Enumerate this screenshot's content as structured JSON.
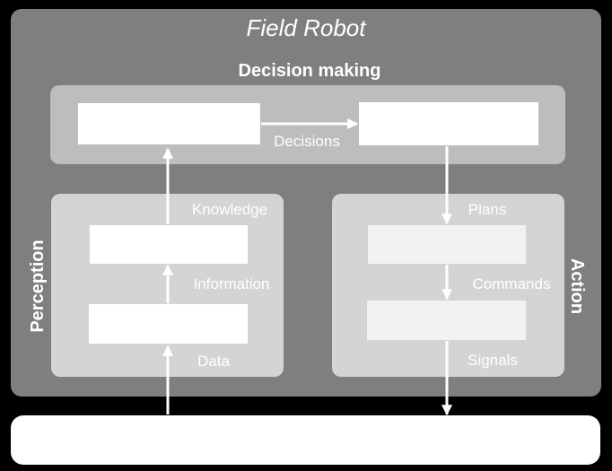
{
  "diagram": {
    "title": "Field Robot",
    "decision": {
      "label": "Decision making",
      "edge_label": "Decisions"
    },
    "perception": {
      "label": "Perception",
      "edge_labels": [
        "Knowledge",
        "Information",
        "Data"
      ]
    },
    "action": {
      "label": "Action",
      "edge_labels": [
        "Plans",
        "Commands",
        "Signals"
      ]
    },
    "colors": {
      "background": "#000000",
      "robot_panel": "#7f7f7f",
      "decision_panel": "#bdbdbd",
      "sub_panel": "#d4d4d4",
      "box_white": "#ffffff",
      "box_action": "#f2f2f2",
      "arrow": "#ffffff"
    }
  }
}
